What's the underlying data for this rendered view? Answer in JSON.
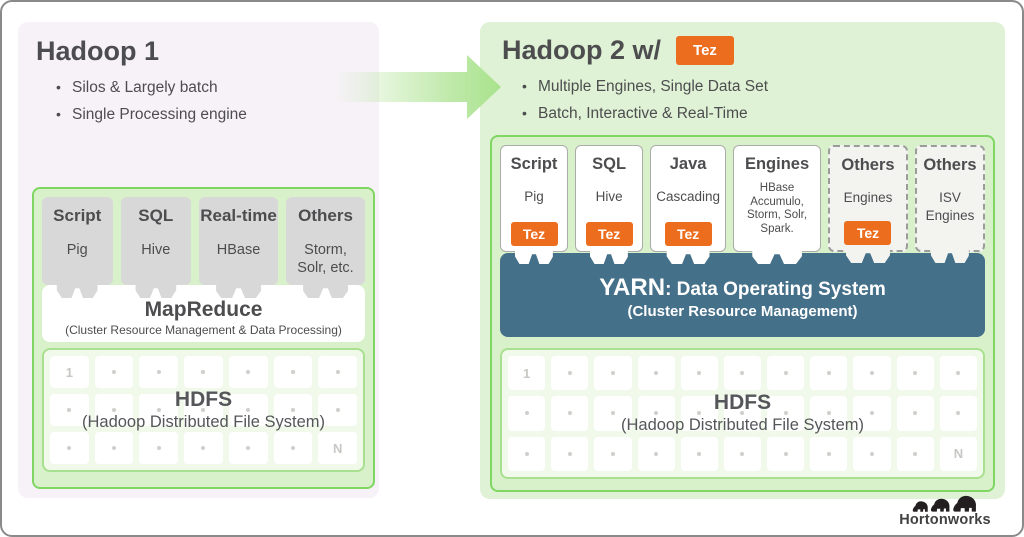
{
  "left_panel": {
    "title": "Hadoop 1",
    "bullets": [
      "Silos & Largely batch",
      "Single Processing engine"
    ],
    "cards": [
      {
        "title": "Script",
        "sub": "Pig"
      },
      {
        "title": "SQL",
        "sub": "Hive"
      },
      {
        "title": "Real-time",
        "sub": "HBase"
      },
      {
        "title": "Others",
        "sub": "Storm,\nSolr, etc."
      }
    ],
    "engine_bar": {
      "title": "MapReduce",
      "subtitle": "(Cluster Resource Management & Data Processing)"
    },
    "hdfs": {
      "title": "HDFS",
      "subtitle": "(Hadoop Distributed File System)",
      "cols": 7,
      "rows": 3,
      "first_cell": "1",
      "last_cell": "N"
    }
  },
  "right_panel": {
    "title": "Hadoop 2 w/",
    "tez_badge": "Tez",
    "bullets": [
      "Multiple Engines, Single Data Set",
      "Batch, Interactive & Real-Time"
    ],
    "cards": [
      {
        "title": "Script",
        "sub": "Pig",
        "tez": "Tez"
      },
      {
        "title": "SQL",
        "sub": "Hive",
        "tez": "Tez"
      },
      {
        "title": "Java",
        "sub": "Cascading",
        "tez": "Tez"
      },
      {
        "title": "Engines",
        "sub": "HBase\nAccumulo,\nStorm, Solr,\nSpark.",
        "small_sub": true
      },
      {
        "title": "Others",
        "sub": "Engines",
        "tez": "Tez",
        "dashed": true
      },
      {
        "title": "Others",
        "sub": "ISV\nEngines",
        "dashed": true
      }
    ],
    "yarn": {
      "title_big": "YARN",
      "title_rest": ": Data Operating System",
      "subtitle": "(Cluster Resource Management)"
    },
    "hdfs": {
      "title": "HDFS",
      "subtitle": "(Hadoop Distributed File System)",
      "cols": 11,
      "rows": 3,
      "first_cell": "1",
      "last_cell": "N"
    }
  },
  "logo": {
    "text": "Hortonworks"
  },
  "colors": {
    "lavender": "#f7f2f8",
    "panel-green": "#dff2d5",
    "box-green": "#d9f1ca",
    "green-border": "#7fd663",
    "hdfs-fill": "#f0f9ea",
    "hdfs-border": "#a8e090",
    "card-gray": "#d8d8d8",
    "yarn-teal": "#45708a",
    "tez-orange": "#ed6d1e",
    "text-dark": "#4d4d4f",
    "arrow-green": "#b4e59b",
    "frame-border": "#8a8a8a"
  }
}
